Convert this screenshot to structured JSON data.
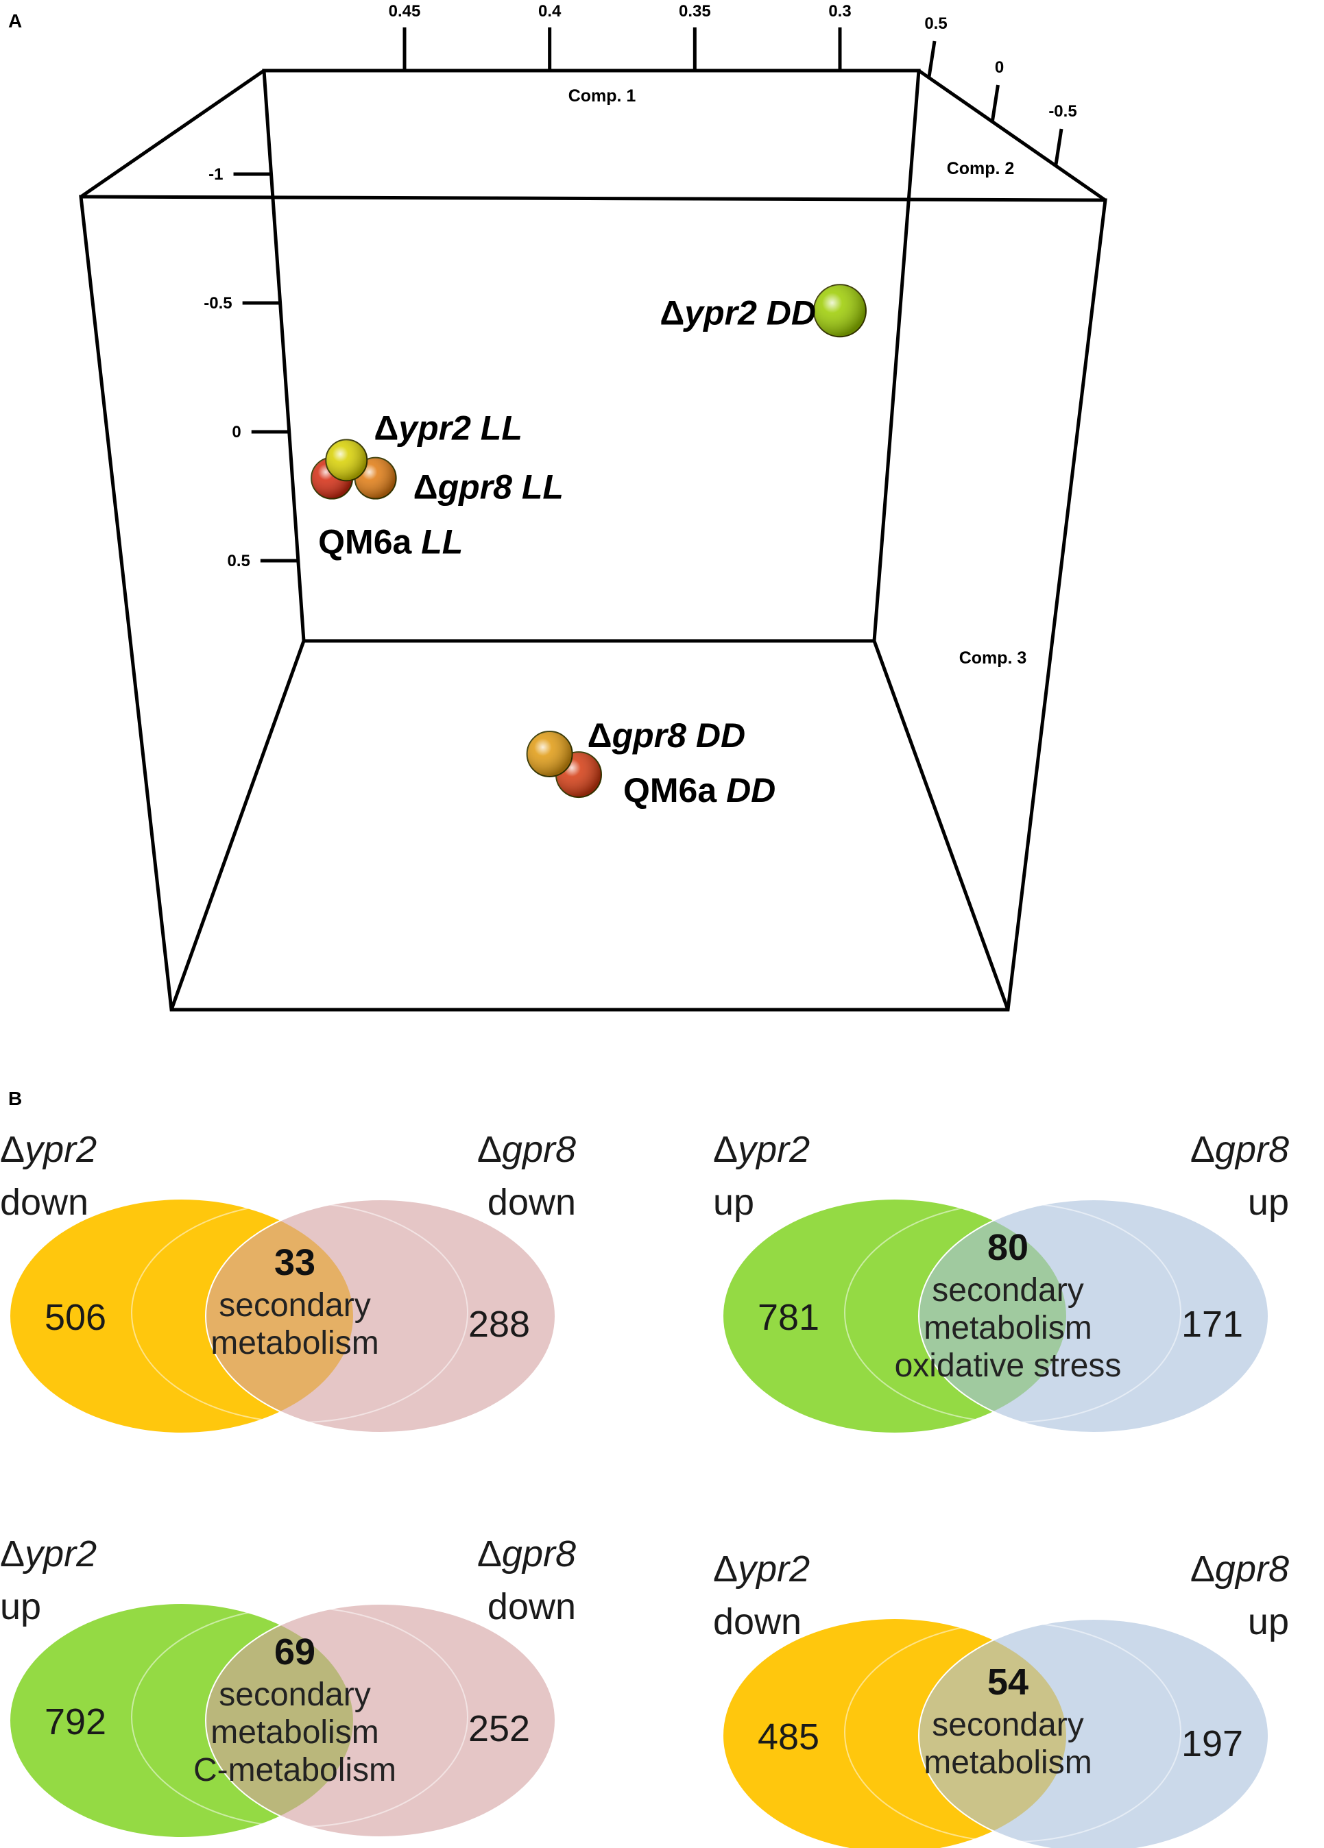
{
  "panels": {
    "a_letter": "A",
    "b_letter": "B"
  },
  "chart_data": [
    {
      "type": "scatter",
      "dimensions": 3,
      "axes": {
        "comp1": {
          "title": "Comp. 1",
          "ticks": [
            "0.45",
            "0.4",
            "0.35",
            "0.3"
          ]
        },
        "comp2": {
          "title": "Comp. 2",
          "ticks": [
            "0.5",
            "0",
            "-0.5"
          ]
        },
        "comp3": {
          "title": "Comp. 3",
          "ticks": [
            "-1",
            "-0.5",
            "0",
            "0.5"
          ]
        }
      },
      "points": [
        {
          "name": "Δypr2 DD",
          "strain": "Δypr2",
          "condition": "DD",
          "color": "#9ccc00",
          "comp1": 0.3,
          "comp3": -0.47
        },
        {
          "name": "Δypr2 LL",
          "strain": "Δypr2",
          "condition": "LL",
          "color": "#d8d000",
          "comp1": 0.47,
          "comp3": 0.11
        },
        {
          "name": "Δgpr8 LL",
          "strain": "Δgpr8",
          "condition": "LL",
          "color": "#e07a10",
          "comp1": 0.46,
          "comp3": 0.18
        },
        {
          "name": "QM6a LL",
          "strain": "QM6a",
          "condition": "LL",
          "color": "#d42a10",
          "comp1": 0.475,
          "comp3": 0.18
        },
        {
          "name": "Δgpr8 DD",
          "strain": "Δgpr8",
          "condition": "DD",
          "color": "#e09a10",
          "comp1": 0.4,
          "comp3": 1.25
        },
        {
          "name": "QM6a DD",
          "strain": "QM6a",
          "condition": "DD",
          "color": "#d43a10",
          "comp1": 0.39,
          "comp3": 1.33
        }
      ]
    },
    {
      "type": "venn",
      "sets": [
        {
          "strain": "Δypr2",
          "direction": "down",
          "only": 506,
          "color": "#ffc400"
        },
        {
          "strain": "Δgpr8",
          "direction": "down",
          "only": 288,
          "color": "#d4a0a0"
        }
      ],
      "intersection": 33,
      "description": [
        "secondary",
        "metabolism"
      ]
    },
    {
      "type": "venn",
      "sets": [
        {
          "strain": "Δypr2",
          "direction": "up",
          "only": 781,
          "color": "#8ed83a"
        },
        {
          "strain": "Δgpr8",
          "direction": "up",
          "only": 171,
          "color": "#a8bfdc"
        }
      ],
      "intersection": 80,
      "description": [
        "secondary",
        "metabolism",
        "oxidative stress"
      ]
    },
    {
      "type": "venn",
      "sets": [
        {
          "strain": "Δypr2",
          "direction": "up",
          "only": 792,
          "color": "#8ed83a"
        },
        {
          "strain": "Δgpr8",
          "direction": "down",
          "only": 252,
          "color": "#d4a0a0"
        }
      ],
      "intersection": 69,
      "description": [
        "secondary",
        "metabolism",
        "C-metabolism"
      ]
    },
    {
      "type": "venn",
      "sets": [
        {
          "strain": "Δypr2",
          "direction": "down",
          "only": 485,
          "color": "#ffc400"
        },
        {
          "strain": "Δgpr8",
          "direction": "up",
          "only": 197,
          "color": "#a8bfdc"
        }
      ],
      "intersection": 54,
      "description": [
        "secondary",
        "metabolism"
      ]
    }
  ]
}
